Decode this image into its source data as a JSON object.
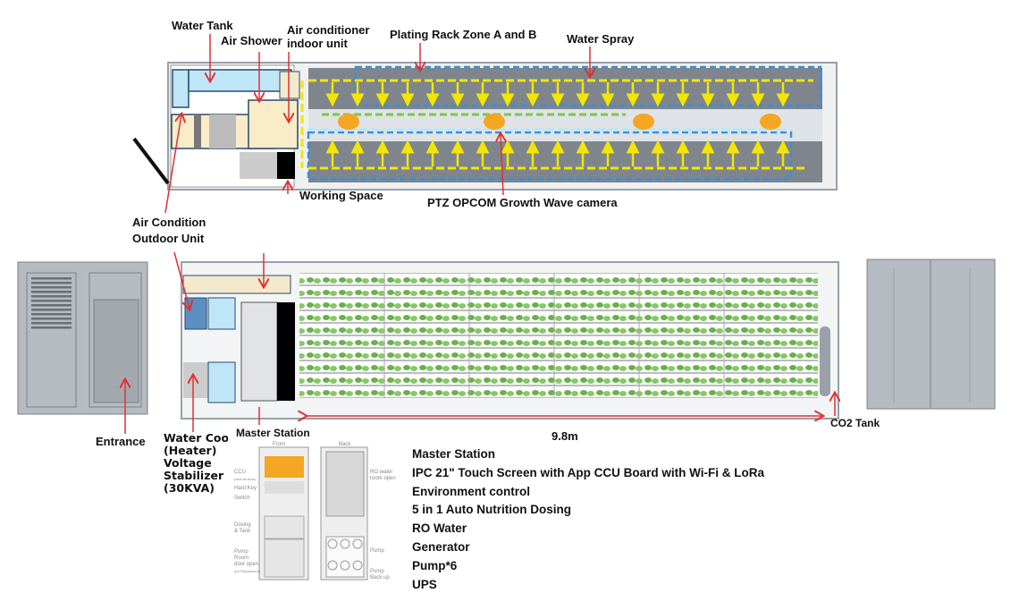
{
  "labels": {
    "water_tank": "Water Tank",
    "air_shower": "Air Shower",
    "air_conditioner_indoor": "Air conditioner indoor unit",
    "air_conditioner_indoor_l1": "Air conditioner",
    "air_conditioner_indoor_l2": "indoor unit",
    "plating_rack": "Plating Rack Zone A and B",
    "water_spray": "Water Spray",
    "working_space": "Working Space",
    "ptz_camera": "PTZ OPCOM Growth Wave camera",
    "ac_outdoor_l1": "Air Condition",
    "ac_outdoor_l2": "Outdoor Unit",
    "entrance": "Entrance",
    "water_cooler_l1": "Water Coole",
    "water_cooler_l2": "(Heater)",
    "voltage_l1": "Voltage",
    "voltage_l2": "Stabilizer",
    "voltage_l3": "(30KVA)",
    "master_station": "Master Station",
    "length": "9.8m",
    "co2_tank": "CO2 Tank"
  },
  "station_drawing": {
    "front": "Front",
    "back": "Back",
    "ccu": "CCU",
    "ccu_sub": "(and sensors)",
    "hard_key": "Hard Key",
    "switch": "Switch",
    "dosing_l1": "Dosing",
    "dosing_l2": "& Tank",
    "pump_room_l1": "Pump",
    "pump_room_l2": "Room",
    "pump_room_l3": "door open",
    "pump_room_sub": "(for Repairment)",
    "ro_l1": "RO water",
    "ro_l2": "room open",
    "pump": "Pump",
    "pump_backup_l1": "Pump",
    "pump_backup_l2": "Back up"
  },
  "master_station_features": [
    "Master Station",
    "IPC 21\" Touch Screen with App CCU Board with Wi-Fi & LoRa",
    "Environment control",
    "5 in 1 Auto Nutrition Dosing",
    "RO Water",
    "Generator",
    "Pump*6",
    "UPS"
  ],
  "colors": {
    "arrow": "#e03030",
    "container": "#9aa0a8",
    "rack_dash": "#3b8fd6",
    "flow": "#f2e600",
    "camera": "#f5a623",
    "plant": "#6ab04c",
    "tank": "#bfe6f7"
  }
}
